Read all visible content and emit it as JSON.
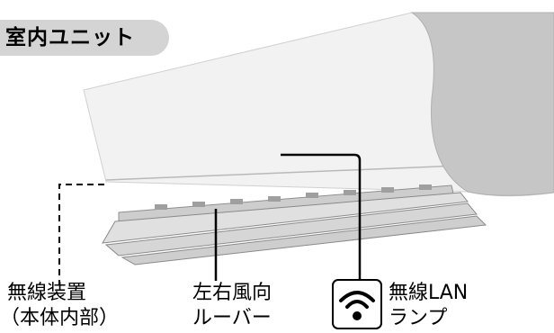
{
  "title": "室内ユニット",
  "labels": {
    "wireless_device_line1": "無線装置",
    "wireless_device_line2": "（本体内部）",
    "louver_line1": "左右風向",
    "louver_line2": "ルーバー",
    "lan_lamp_line1": "無線LAN",
    "lan_lamp_line2": "ランプ"
  },
  "icons": {
    "lan_lamp": "wifi-icon"
  },
  "colors": {
    "title_background": "#d4d4d4",
    "unit_body": "#f2f2f2",
    "louver": "#cfcfcf",
    "lines": "#000000"
  }
}
